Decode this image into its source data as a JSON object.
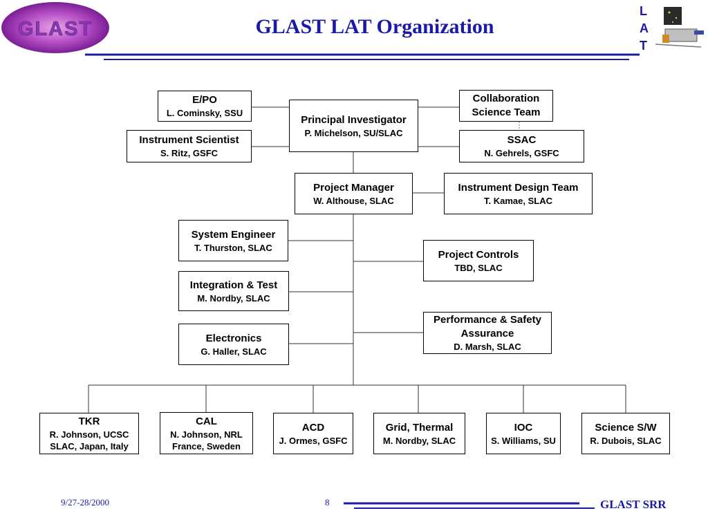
{
  "header": {
    "title": "GLAST LAT Organization",
    "logo_text": "GLAST",
    "lat_letters": [
      "L",
      "A",
      "T"
    ]
  },
  "colors": {
    "title": "#1a1aa6",
    "rule": "#1a1aa6",
    "logo_purple": "#9b2fb0"
  },
  "org": {
    "epo": {
      "title": "E/PO",
      "name": "L. Cominsky, SSU"
    },
    "instrument_scientist": {
      "title": "Instrument Scientist",
      "name": "S. Ritz, GSFC"
    },
    "pi": {
      "title": "Principal Investigator",
      "name": "P. Michelson, SU/SLAC"
    },
    "collab": {
      "title_line1": "Collaboration",
      "title_line2": "Science Team"
    },
    "ssac": {
      "title": "SSAC",
      "name": "N. Gehrels, GSFC"
    },
    "pm": {
      "title": "Project Manager",
      "name": "W. Althouse, SLAC"
    },
    "idt": {
      "title": "Instrument Design Team",
      "name": "T. Kamae, SLAC"
    },
    "syseng": {
      "title": "System Engineer",
      "name": "T. Thurston, SLAC"
    },
    "controls": {
      "title": "Project Controls",
      "name": "TBD, SLAC"
    },
    "integration": {
      "title": "Integration & Test",
      "name": "M. Nordby, SLAC"
    },
    "psa": {
      "title_line1": "Performance & Safety",
      "title_line2": "Assurance",
      "name": "D. Marsh, SLAC"
    },
    "electronics": {
      "title": "Electronics",
      "name": "G. Haller, SLAC"
    },
    "tkr": {
      "title": "TKR",
      "name1": "R. Johnson, UCSC",
      "name2": "SLAC, Japan, Italy"
    },
    "cal": {
      "title": "CAL",
      "name1": "N. Johnson, NRL",
      "name2": "France, Sweden"
    },
    "acd": {
      "title": "ACD",
      "name": "J. Ormes, GSFC"
    },
    "grid": {
      "title": "Grid, Thermal",
      "name": "M. Nordby, SLAC"
    },
    "ioc": {
      "title": "IOC",
      "name": "S. Williams, SU"
    },
    "scisw": {
      "title": "Science S/W",
      "name": "R. Dubois, SLAC"
    }
  },
  "footer": {
    "date": "9/27-28/2000",
    "page": "8",
    "right_label": "GLAST SRR"
  }
}
